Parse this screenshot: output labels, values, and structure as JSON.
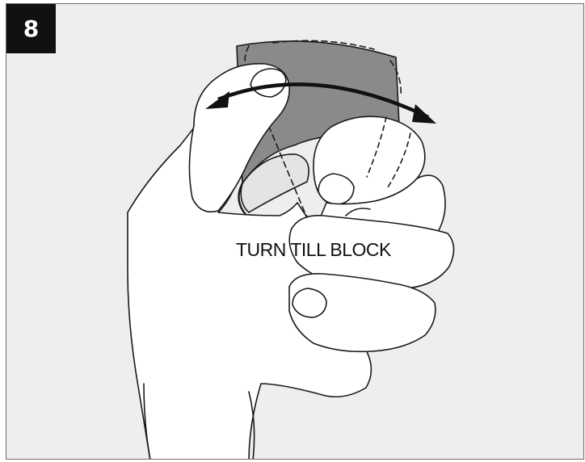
{
  "step": {
    "number": "8"
  },
  "instruction": {
    "text": "TURN TILL BLOCK"
  },
  "colors": {
    "background": "#eeeeee",
    "knob_gray": "#8a8a8a",
    "badge": "#111111",
    "line": "#1a1a1a"
  },
  "icons": {
    "rotation_arrow": "double-headed-curved-arrow"
  }
}
